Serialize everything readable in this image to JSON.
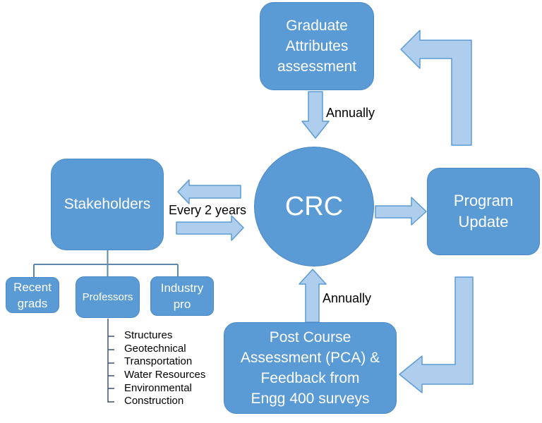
{
  "colors": {
    "background": "#FFFFFF",
    "node-fill": "#5B9BD5",
    "node-edge": "#4A88C7",
    "node-text": "#FFFFFF",
    "arrow-fill": "#AFCDEC",
    "arrow-stroke": "#5B9BD5",
    "tree-line": "#5E87B0",
    "list-line": "#3A5370",
    "label-text": "#000000"
  },
  "nodes": {
    "graduate_attributes": "Graduate\nAttributes\nassessment",
    "crc": "CRC",
    "program_update": "Program\nUpdate",
    "stakeholders": "Stakeholders",
    "recent_grads": "Recent\ngrads",
    "professors": "Professors",
    "industry_pro": "Industry\npro",
    "pca": "Post Course\nAssessment (PCA) &\nFeedback from\nEngg 400 surveys"
  },
  "labels": {
    "annually_top": "Annually",
    "every_2_years": "Every 2 years",
    "annually_bottom": "Annually"
  },
  "specialties": {
    "items": [
      "Structures",
      "Geotechnical",
      "Transportation",
      "Water Resources",
      "Environmental",
      "Construction"
    ]
  }
}
